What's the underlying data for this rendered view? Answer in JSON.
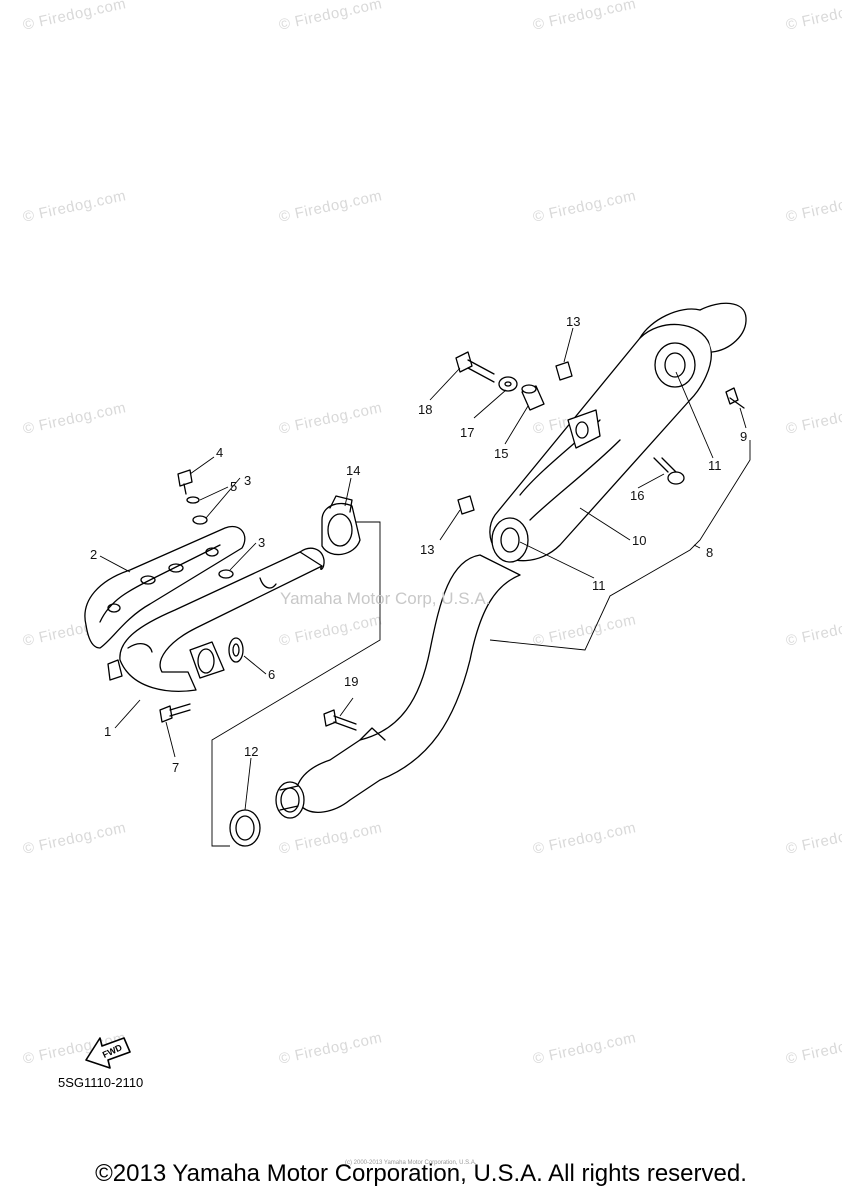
{
  "watermark_text": "© Firedog.com",
  "overlay_text": "Yamaha Motor Corp, U.S.A.",
  "diagram_code": "5SG1110-2110",
  "fwd_label": "FWD",
  "copyright": "©2013 Yamaha Motor Corporation, U.S.A. All rights reserved.",
  "fine_print": "(c) 2000-2013 Yamaha Motor Corporation, U.S.A.",
  "callouts": {
    "c1": "1",
    "c2": "2",
    "c3a": "3",
    "c3b": "3",
    "c4": "4",
    "c5": "5",
    "c6": "6",
    "c7": "7",
    "c8": "8",
    "c9": "9",
    "c10": "10",
    "c11a": "11",
    "c11b": "11",
    "c12": "12",
    "c13a": "13",
    "c13b": "13",
    "c14": "14",
    "c15": "15",
    "c16": "16",
    "c17": "17",
    "c18": "18",
    "c19": "19"
  }
}
